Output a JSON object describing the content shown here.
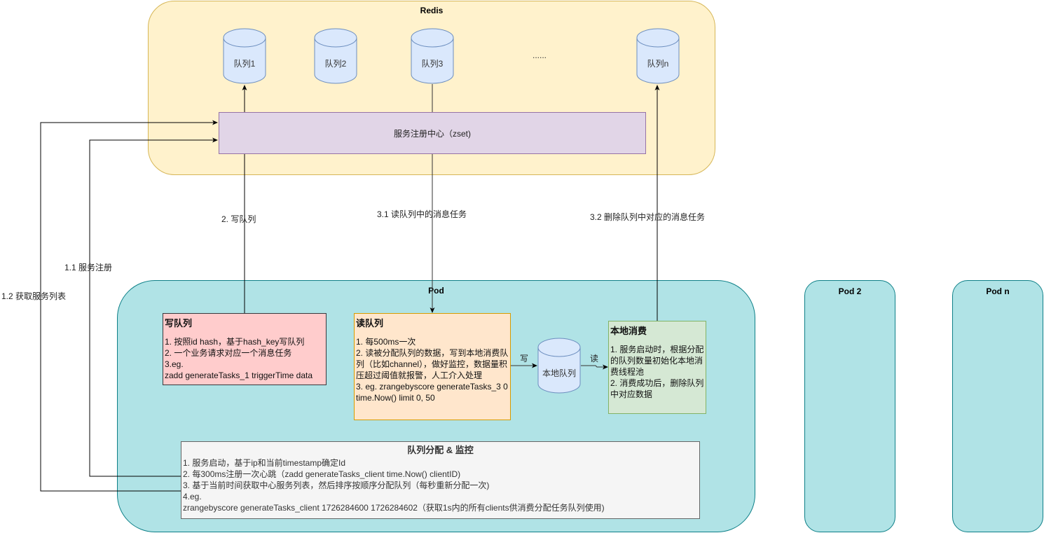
{
  "redis": {
    "title": "Redis",
    "queues": [
      "队列1",
      "队列2",
      "队列3",
      "队列n"
    ],
    "ellipsis": "......",
    "registry": "服务注册中心（zset)"
  },
  "edges": {
    "write_queue": "2. 写队列",
    "read_queue": "3.1 读队列中的消息任务",
    "delete_queue": "3.2 删除队列中对应的消息任务",
    "register": "1.1 服务注册",
    "get_services": "1.2 获取服务列表",
    "write_local": "写",
    "read_local": "读"
  },
  "pod": {
    "title": "Pod",
    "write_box": {
      "title": "写队列",
      "lines": [
        "1. 按照id hash，基于hash_key写队列",
        "2. 一个业务请求对应一个消息任务",
        "3.eg.",
        "zadd generateTasks_1 triggerTime data"
      ]
    },
    "read_box": {
      "title": "读队列",
      "lines": [
        "1. 每500ms一次",
        "2. 读被分配队列的数据，写到本地消费队列（比如channel），做好监控，数据量积压超过阈值就报警，人工介入处理",
        "3. eg. zrangebyscore generateTasks_3 0 time.Now() limit 0, 50"
      ]
    },
    "local_queue": "本地队列",
    "local_box": {
      "title": "本地消费",
      "lines": [
        "1. 服务启动时，根据分配的队列数量初始化本地消费线程池",
        "2. 消费成功后，删除队列中对应数据"
      ]
    },
    "assign_box": {
      "title": "队列分配 & 监控",
      "lines": [
        "1. 服务启动，基于ip和当前timestamp确定Id",
        "2. 每300ms注册一次心跳（zadd generateTasks_client time.Now() clientID)",
        "3. 基于当前时间获取中心服务列表，然后排序按顺序分配队列（每秒重新分配一次)",
        "4.eg.",
        "zrangebyscore generateTasks_client 1726284600 1726284602（获取1s内的所有clients供消费分配任务队列使用)"
      ]
    }
  },
  "other_pods": [
    "Pod 2",
    "Pod n"
  ]
}
